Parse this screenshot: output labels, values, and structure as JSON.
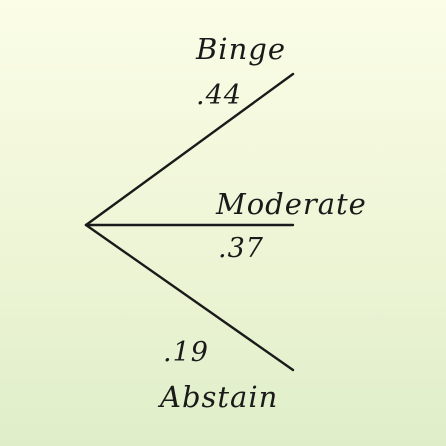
{
  "tree": {
    "branches": [
      {
        "label": "Binge",
        "probability": ".44"
      },
      {
        "label": "Moderate",
        "probability": ".37"
      },
      {
        "label": "Abstain",
        "probability": ".19"
      }
    ]
  },
  "colors": {
    "line": "#1a1a1a",
    "background_top": "#fbfde7",
    "background_bottom": "#dfeec9"
  }
}
